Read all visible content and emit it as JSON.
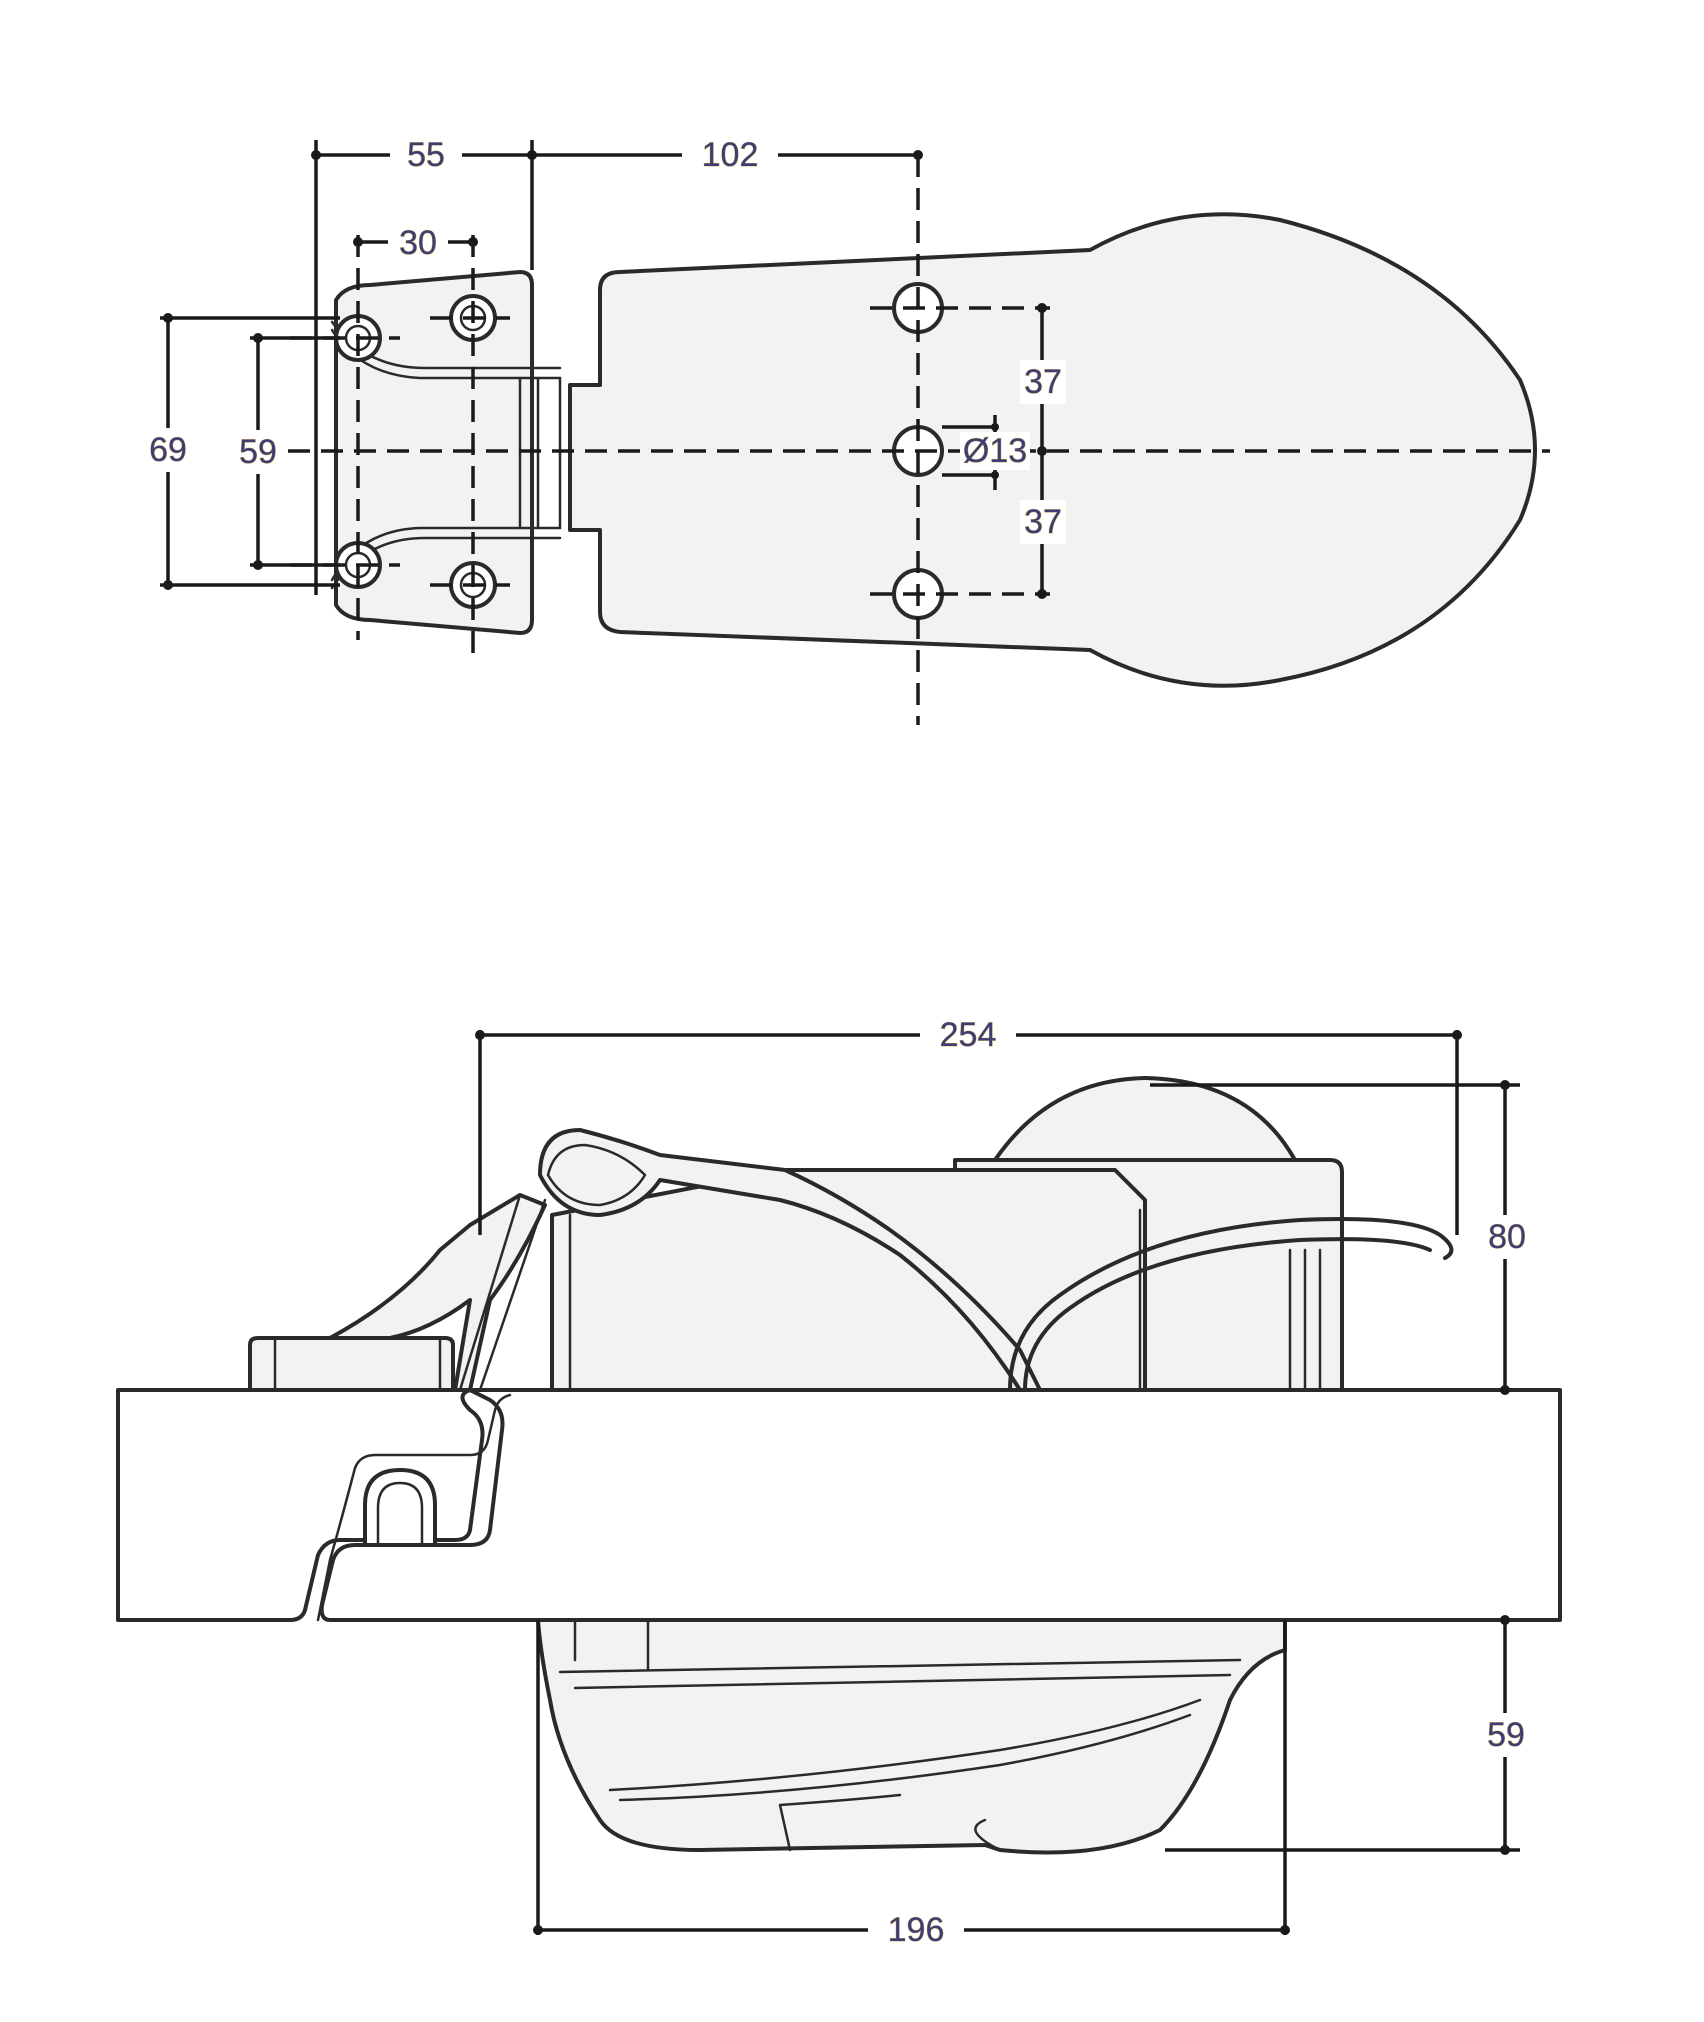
{
  "top_view": {
    "dim_55": "55",
    "dim_102": "102",
    "dim_30": "30",
    "dim_69": "69",
    "dim_59": "59",
    "dim_37_upper": "37",
    "dim_37_lower": "37",
    "dim_hole_diameter": "Ø13"
  },
  "side_view": {
    "dim_254": "254",
    "dim_80": "80",
    "dim_59": "59",
    "dim_196": "196"
  }
}
